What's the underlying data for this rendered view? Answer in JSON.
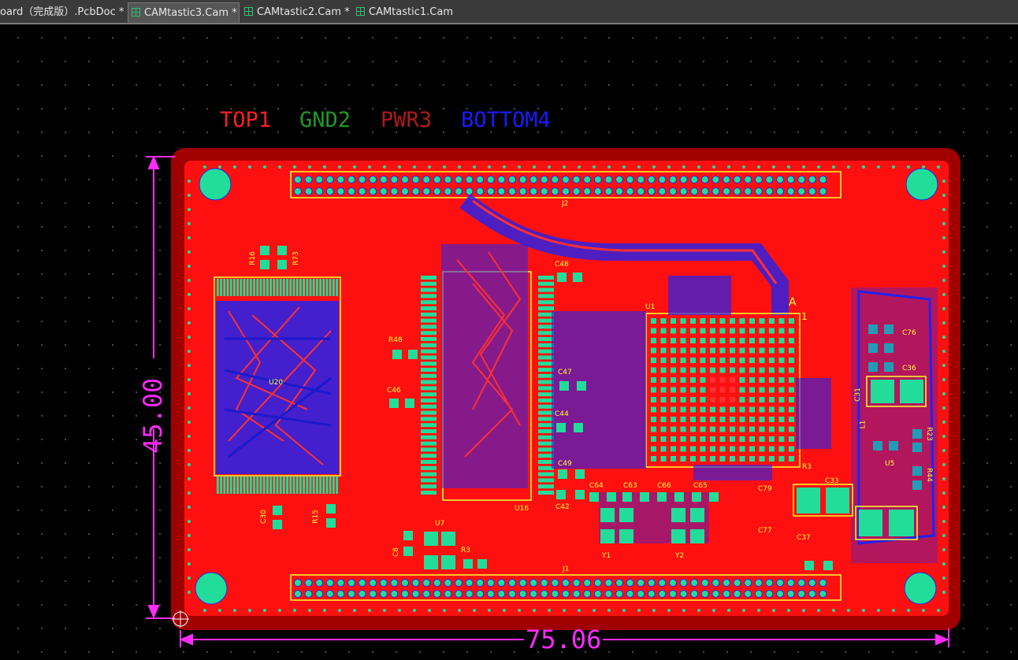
{
  "tabs": [
    {
      "label": "oard（完成版）.PcbDoc *",
      "active": false,
      "has_icon": false
    },
    {
      "label": "CAMtastic3.Cam *",
      "active": true,
      "has_icon": true
    },
    {
      "label": "CAMtastic2.Cam *",
      "active": false,
      "has_icon": true
    },
    {
      "label": "CAMtastic1.Cam",
      "active": false,
      "has_icon": true
    }
  ],
  "layers": [
    {
      "label": "TOP1",
      "color": "#ff2020"
    },
    {
      "label": "GND2",
      "color": "#1f9a1f"
    },
    {
      "label": "PWR3",
      "color": "#b01a1a"
    },
    {
      "label": "BOTTOM4",
      "color": "#1a1aff"
    }
  ],
  "dimensions": {
    "width": "75.06",
    "height": "45.00",
    "color": "#ff2bff"
  },
  "colors": {
    "board": "#ff1010",
    "board_outline": "#a00000",
    "pad": "#22dd99",
    "silk": "#ffff33",
    "bottom": "#2222ee"
  },
  "designators": [
    "R16",
    "R73",
    "U20",
    "C30",
    "R15",
    "R48",
    "C46",
    "U16",
    "C48",
    "C47",
    "C44",
    "C49",
    "C42",
    "U7",
    "C8",
    "R3",
    "J1",
    "J2",
    "U1",
    "A",
    "1",
    "C64",
    "C63",
    "C66",
    "C65",
    "Y1",
    "Y2",
    "C79",
    "C77",
    "R3",
    "C33",
    "C37",
    "C76",
    "C36",
    "C31",
    "L1",
    "R23",
    "U5",
    "R44"
  ]
}
